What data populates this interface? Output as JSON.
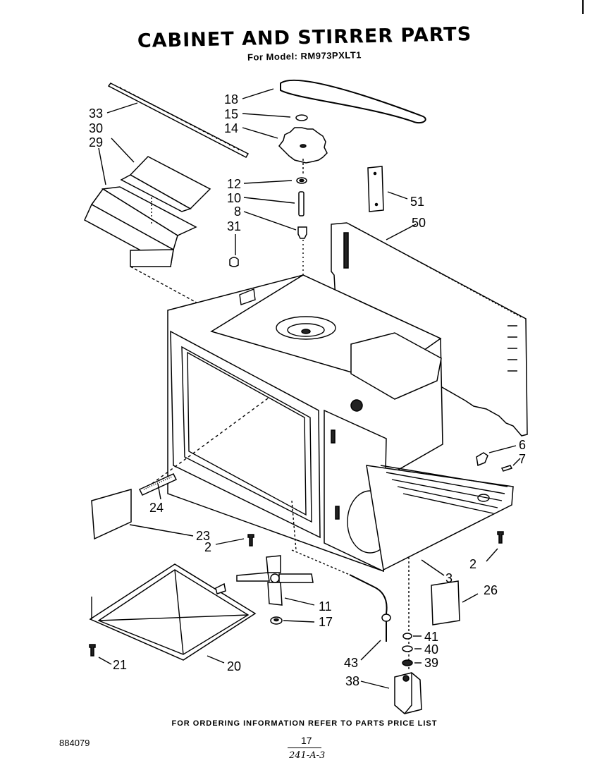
{
  "title": "CABINET AND STIRRER PARTS",
  "subtitle": "For Model: RM973PXLT1",
  "footer_note": "FOR ORDERING INFORMATION REFER TO PARTS PRICE LIST",
  "document_number": "884079",
  "page_number": "17",
  "handwritten_note": "241-A-3",
  "callouts": {
    "c18": "18",
    "c15": "15",
    "c14": "14",
    "c33": "33",
    "c30": "30",
    "c29": "29",
    "c12": "12",
    "c10": "10",
    "c8": "8",
    "c31": "31",
    "c51": "51",
    "c50": "50",
    "c6": "6",
    "c7": "7",
    "c24": "24",
    "c23": "23",
    "c2a": "2",
    "c2b": "2",
    "c3": "3",
    "c26": "26",
    "c11": "11",
    "c17": "17",
    "c41": "41",
    "c40": "40",
    "c39": "39",
    "c43": "43",
    "c38": "38",
    "c21": "21",
    "c20": "20"
  }
}
